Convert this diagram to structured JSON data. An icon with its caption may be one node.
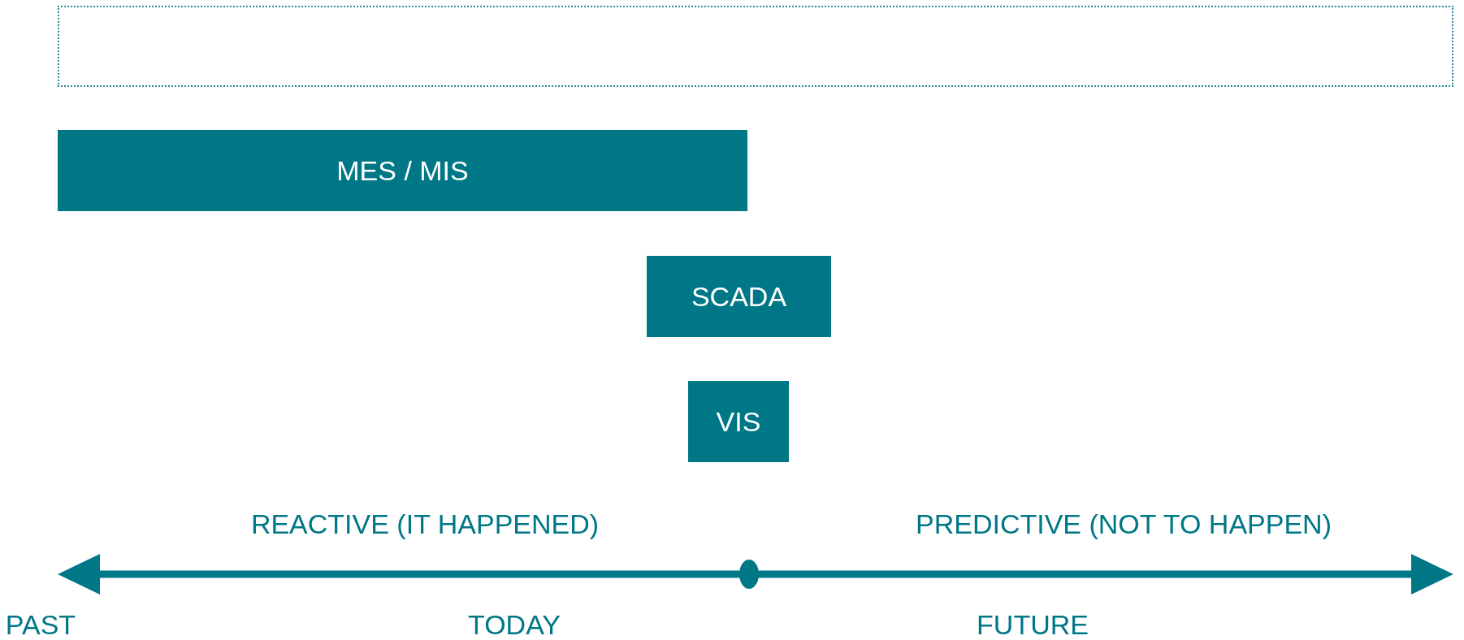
{
  "diagram": {
    "nodes": [
      {
        "text": [],
        "shape": "box"
      },
      {
        "text": [
          "MES / MIS"
        ]
      },
      {
        "text": [
          "SCADA"
        ]
      },
      {
        "text": [
          "VIS"
        ]
      }
    ],
    "labels": [
      "REACTIVE (IT HAPPENED)",
      "PREDICTIVE (NOT TO HAPPEN)",
      "PAST",
      "TODAY",
      "FUTURE"
    ]
  }
}
